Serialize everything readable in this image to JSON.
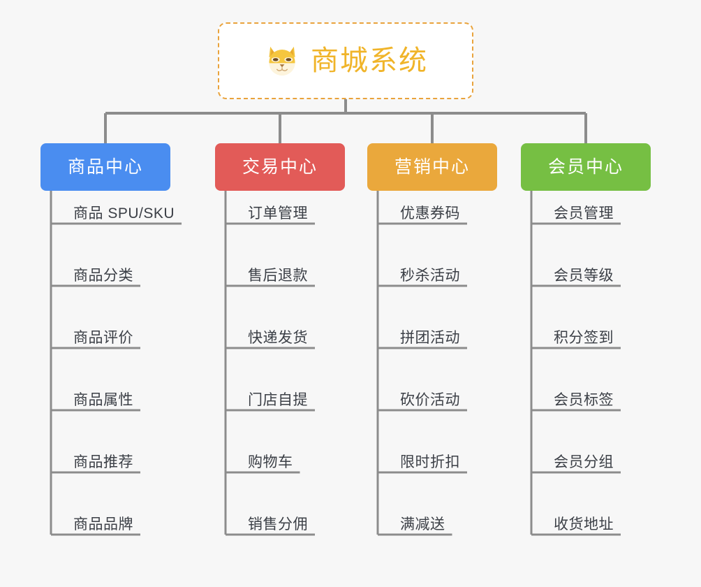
{
  "diagram": {
    "type": "org-chart",
    "title": "商城系统",
    "background_color": "#f7f7f7",
    "connector_color": "#8c8c8c",
    "root": {
      "label": "商城系统",
      "icon": "shiba-dog-emoji",
      "text_color": "#f0b429",
      "border_color": "#e9a33c",
      "background_color": "#ffffff"
    },
    "categories": [
      {
        "label": "商品中心",
        "color": "#4a8df0",
        "items": [
          "商品 SPU/SKU",
          "商品分类",
          "商品评价",
          "商品属性",
          "商品推荐",
          "商品品牌"
        ]
      },
      {
        "label": "交易中心",
        "color": "#e25b58",
        "items": [
          "订单管理",
          "售后退款",
          "快递发货",
          "门店自提",
          "购物车",
          "销售分佣"
        ]
      },
      {
        "label": "营销中心",
        "color": "#eaa83c",
        "items": [
          "优惠券码",
          "秒杀活动",
          "拼团活动",
          "砍价活动",
          "限时折扣",
          "满减送"
        ]
      },
      {
        "label": "会员中心",
        "color": "#76bf43",
        "items": [
          "会员管理",
          "会员等级",
          "积分签到",
          "会员标签",
          "会员分组",
          "收货地址"
        ]
      }
    ]
  }
}
